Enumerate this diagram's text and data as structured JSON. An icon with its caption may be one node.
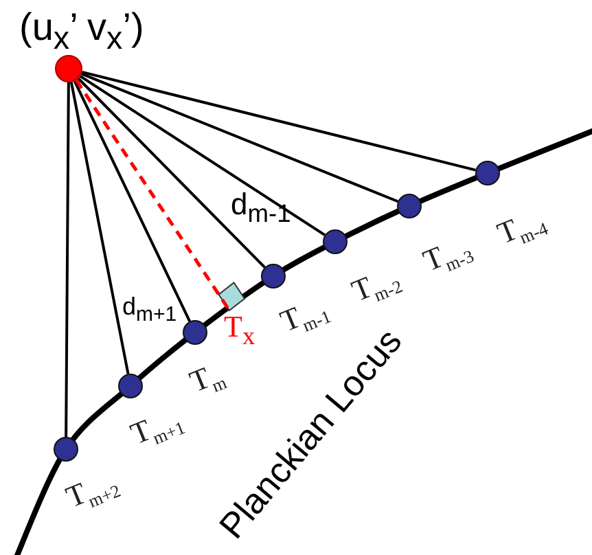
{
  "diagram": {
    "nodes": [
      {
        "text": [],
        "shape": "circle",
        "beside": [
          "(u$_{x}$’ v$_{x}$’)"
        ]
      },
      {
        "text": [],
        "shape": "circle",
        "beside": [
          "T$_{m+2}$"
        ]
      },
      {
        "text": [],
        "shape": "circle",
        "beside": [
          "T$_{m+1}$"
        ]
      },
      {
        "text": [],
        "shape": "circle",
        "beside": [
          "T$_{m}$"
        ]
      },
      {
        "text": [],
        "shape": "circle",
        "beside": [
          "T$_{m-1}$"
        ]
      },
      {
        "text": [],
        "shape": "circle",
        "beside": [
          "T$_{m-2}$"
        ]
      },
      {
        "text": [],
        "shape": "circle",
        "beside": [
          "T$_{m-3}$"
        ]
      },
      {
        "text": [],
        "shape": "circle",
        "beside": [
          "T$_{m-4}$"
        ]
      },
      {
        "text": [
          "T$_{x}$"
        ]
      }
    ],
    "edges": [
      {
        "from": 0,
        "to": 1,
        "arrow": "none"
      },
      {
        "from": 0,
        "to": 2,
        "arrow": "none",
        "label": "d$_{m+1}$"
      },
      {
        "from": 0,
        "to": 3,
        "arrow": "none"
      },
      {
        "from": 0,
        "to": 4,
        "arrow": "none",
        "label": "d$_{m-1}$"
      },
      {
        "from": 0,
        "to": 5,
        "arrow": "none"
      },
      {
        "from": 0,
        "to": 6,
        "arrow": "none"
      },
      {
        "from": 0,
        "to": 7,
        "arrow": "none"
      },
      {
        "from": 0,
        "to": 8,
        "arrow": "none",
        "style": "dashed",
        "color": "#ff0000"
      }
    ],
    "labels": [
      "Planckian Locus"
    ]
  }
}
